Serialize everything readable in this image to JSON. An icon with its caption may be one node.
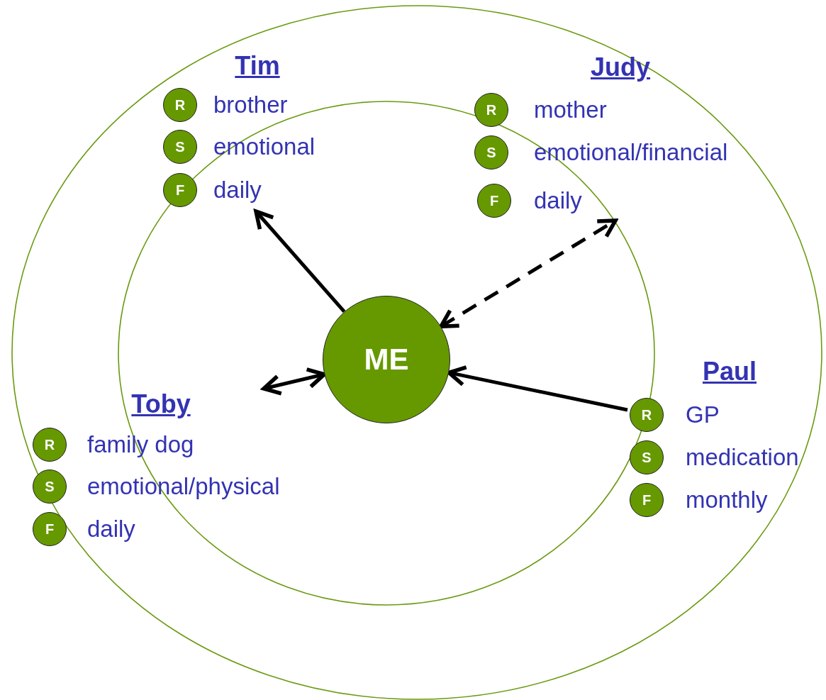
{
  "diagram": {
    "nodes": [
      {
        "text": [
          "Tim"
        ]
      },
      {
        "text": [
          "R"
        ],
        "beside": [
          "brother"
        ],
        "in": 0
      },
      {
        "text": [
          "S"
        ],
        "beside": [
          "emotional"
        ],
        "in": 0
      },
      {
        "text": [
          "F"
        ],
        "beside": [
          "daily"
        ],
        "in": 0
      },
      {
        "text": [
          "Judy"
        ]
      },
      {
        "text": [
          "R"
        ],
        "beside": [
          "mother"
        ],
        "in": 4
      },
      {
        "text": [
          "S"
        ],
        "beside": [
          "emotional/financial"
        ],
        "in": 4
      },
      {
        "text": [
          "F"
        ],
        "beside": [
          "daily"
        ],
        "in": 4
      },
      {
        "text": [
          "ME"
        ]
      },
      {
        "text": [
          "Paul"
        ]
      },
      {
        "text": [
          "R"
        ],
        "beside": [
          "GP"
        ],
        "in": 9
      },
      {
        "text": [
          "S"
        ],
        "beside": [
          "medication"
        ],
        "in": 9
      },
      {
        "text": [
          "F"
        ],
        "beside": [
          "monthly"
        ],
        "in": 9
      },
      {
        "text": [
          "Toby"
        ]
      },
      {
        "text": [
          "R"
        ],
        "beside": [
          "family dog"
        ],
        "in": 13
      },
      {
        "text": [
          "S"
        ],
        "beside": [
          "emotional/physical"
        ],
        "in": 13
      },
      {
        "text": [
          "F"
        ],
        "beside": [
          "daily"
        ],
        "in": 13
      }
    ],
    "edges": [
      {
        "from": 8,
        "to": 0,
        "arrow": "to"
      },
      {
        "from": 8,
        "to": 4,
        "arrow": "both",
        "style": "dashed"
      },
      {
        "from": 8,
        "to": 13,
        "arrow": "both"
      },
      {
        "from": 9,
        "to": 8,
        "arrow": "to"
      }
    ]
  }
}
